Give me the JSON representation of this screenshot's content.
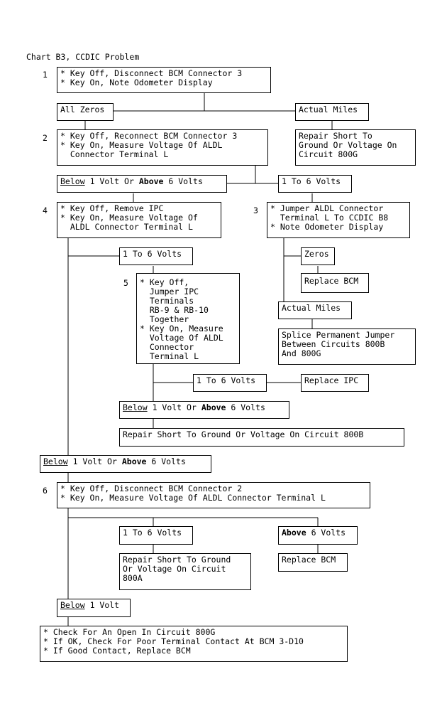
{
  "title": "Chart B3, CCDIC Problem",
  "steps": {
    "s1": {
      "num": "1",
      "lines": [
        "* Key Off, Disconnect BCM Connector 3",
        "* Key On, Note Odometer Display"
      ]
    },
    "s2": {
      "num": "2",
      "lines": [
        "* Key Off, Reconnect BCM Connector 3",
        "* Key On, Measure Voltage Of ALDL",
        "  Connector Terminal L"
      ]
    },
    "s3": {
      "num": "3",
      "lines": [
        "* Jumper ALDL Connector",
        "  Terminal L To CCDIC B8",
        "* Note Odometer Display"
      ]
    },
    "s4": {
      "num": "4",
      "lines": [
        "* Key Off, Remove IPC",
        "* Key On, Measure Voltage Of",
        "  ALDL Connector Terminal L"
      ]
    },
    "s5": {
      "num": "5",
      "lines": [
        "* Key Off,",
        "  Jumper IPC",
        "  Terminals",
        "  RB-9 & RB-10",
        "  Together",
        "* Key On, Measure",
        "  Voltage Of ALDL",
        "  Connector",
        "  Terminal L"
      ]
    },
    "s6": {
      "num": "6",
      "lines": [
        "* Key Off, Disconnect BCM Connector 2",
        "* Key On, Measure Voltage Of ALDL Connector Terminal L"
      ]
    }
  },
  "results": {
    "all_zeros": "All Zeros",
    "actual_miles_1": "Actual Miles",
    "below": "Below",
    "or": "Or",
    "above": "Above",
    "one_volt": "1 Volt",
    "six_volts": "6 Volts",
    "one_to_six": "1 To 6 Volts",
    "zeros": "Zeros",
    "actual_miles_2": "Actual Miles"
  },
  "actions": {
    "repair_800g": [
      "Repair Short To",
      "Ground Or Voltage On",
      "Circuit 800G"
    ],
    "replace_bcm_1": "Replace BCM",
    "splice": [
      "Splice Permanent Jumper",
      "Between Circuits 800B",
      "And 800G"
    ],
    "replace_ipc": "Replace IPC",
    "repair_800b": "Repair Short To Ground Or Voltage On Circuit 800B",
    "repair_800a": [
      "Repair Short To Ground",
      "Or Voltage On Circuit",
      "800A"
    ],
    "replace_bcm_2": "Replace BCM",
    "final": [
      "* Check For An Open In Circuit 800G",
      "* If OK, Check For Poor Terminal Contact At BCM 3-D10",
      "* If Good Contact, Replace BCM"
    ]
  }
}
